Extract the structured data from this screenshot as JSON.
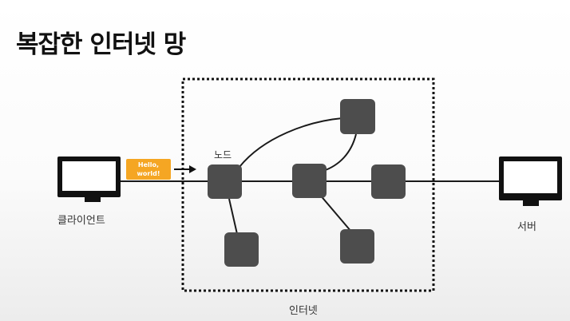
{
  "slide": {
    "title": "복잡한 인터넷 망"
  },
  "labels": {
    "client": "클라이언트",
    "server": "서버",
    "node": "노드",
    "internet": "인터넷"
  },
  "message": {
    "line1": "Hello,",
    "line2": "world!"
  },
  "colors": {
    "node_fill": "#4d4d4d",
    "message_bg": "#f5a623",
    "line": "#1a1a1a"
  }
}
